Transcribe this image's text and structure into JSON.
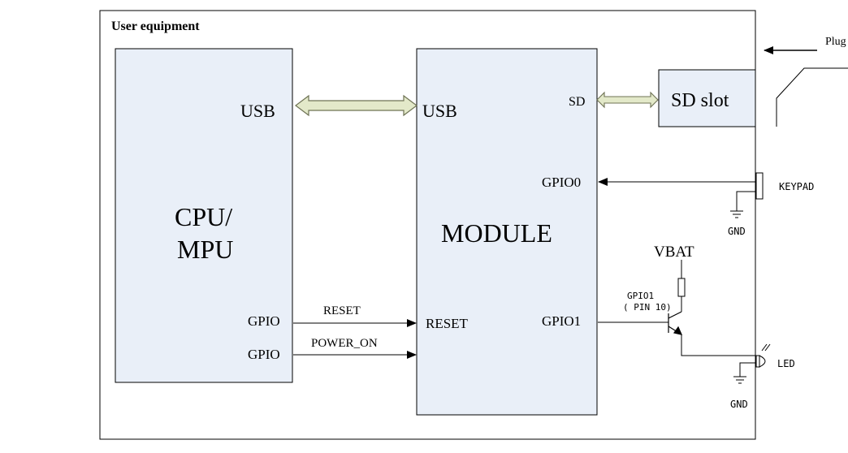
{
  "diagram": {
    "outer_title": "User equipment",
    "external_note": "Plug into",
    "cpu_block": {
      "title_line1": "CPU/",
      "title_line2": "MPU",
      "usb_label": "USB",
      "gpio_reset_label": "GPIO",
      "gpio_power_label": "GPIO"
    },
    "module_block": {
      "title": "MODULE",
      "usb_label": "USB",
      "sd_label": "SD",
      "gpio0_label": "GPIO0",
      "reset_label": "RESET",
      "gpio1_label": "GPIO1"
    },
    "sd_slot_label": "SD slot",
    "signals": {
      "reset": "RESET",
      "power_on": "POWER_ON"
    },
    "keypad_label": "KEYPAD",
    "gnd_keypad_label": "GND",
    "vbat_label": "VBAT",
    "gpio1_pin_line1": "GPIO1",
    "gpio1_pin_line2": "( PIN 10)",
    "led_label": "LED",
    "gnd_led_label": "GND",
    "colors": {
      "block_fill": "#e9eff8",
      "double_arrow_fill": "#e3e9c9",
      "double_arrow_stroke": "#6f7355",
      "line": "#000000"
    }
  }
}
